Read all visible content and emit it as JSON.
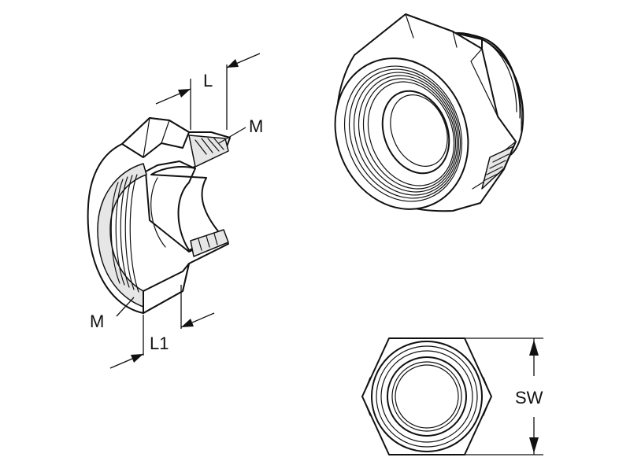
{
  "labels": {
    "dim_l": "L",
    "dim_l1": "L1",
    "thread_top": "M",
    "thread_bottom": "M",
    "width_across_flats": "SW"
  },
  "colors": {
    "line": "#111111",
    "background": "#ffffff",
    "shade": "#e6e6e6"
  }
}
